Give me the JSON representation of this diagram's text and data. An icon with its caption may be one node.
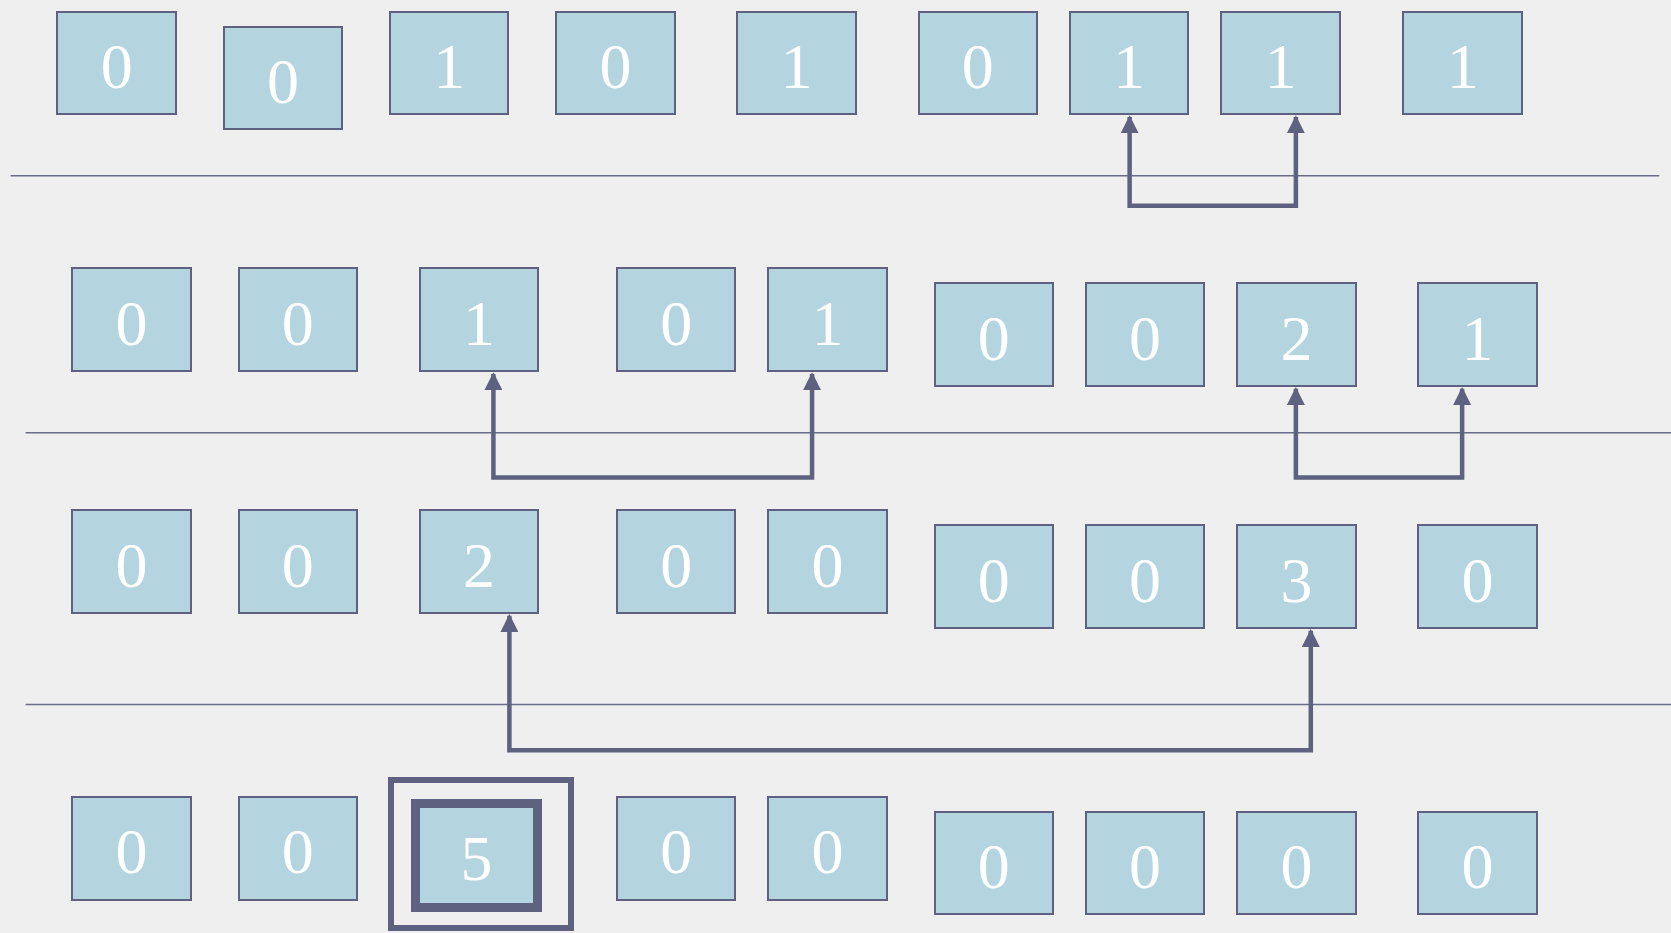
{
  "diagram": {
    "nodes": [
      {
        "text": [
          "0"
        ]
      },
      {
        "text": [
          "0"
        ]
      },
      {
        "text": [
          "1"
        ]
      },
      {
        "text": [
          "0"
        ]
      },
      {
        "text": [
          "1"
        ]
      },
      {
        "text": [
          "0"
        ]
      },
      {
        "text": [
          "1"
        ]
      },
      {
        "text": [
          "1"
        ]
      },
      {
        "text": [
          "1"
        ]
      },
      {
        "text": [
          "0"
        ]
      },
      {
        "text": [
          "0"
        ]
      },
      {
        "text": [
          "1"
        ]
      },
      {
        "text": [
          "0"
        ]
      },
      {
        "text": [
          "1"
        ]
      },
      {
        "text": [
          "0"
        ]
      },
      {
        "text": [
          "0"
        ]
      },
      {
        "text": [
          "2"
        ]
      },
      {
        "text": [
          "1"
        ]
      },
      {
        "text": [
          "0"
        ]
      },
      {
        "text": [
          "0"
        ]
      },
      {
        "text": [
          "2"
        ]
      },
      {
        "text": [
          "0"
        ]
      },
      {
        "text": [
          "0"
        ]
      },
      {
        "text": [
          "0"
        ]
      },
      {
        "text": [
          "0"
        ]
      },
      {
        "text": [
          "3"
        ]
      },
      {
        "text": [
          "0"
        ]
      },
      {
        "text": [
          "0"
        ]
      },
      {
        "text": [
          "0"
        ]
      },
      {
        "text": [],
        "shape": "box"
      },
      {
        "text": [
          "5"
        ],
        "in": 29
      },
      {
        "text": [
          "0"
        ]
      },
      {
        "text": [
          "0"
        ]
      },
      {
        "text": [
          "0"
        ]
      },
      {
        "text": [
          "0"
        ]
      },
      {
        "text": [
          "0"
        ]
      },
      {
        "text": [
          "0"
        ]
      }
    ],
    "edges": [
      {
        "from": 6,
        "to": 7,
        "arrow": "both"
      },
      {
        "from": 11,
        "to": 13,
        "arrow": "both"
      },
      {
        "from": 16,
        "to": 17,
        "arrow": "both"
      },
      {
        "from": 20,
        "to": 25,
        "arrow": "both"
      }
    ]
  }
}
